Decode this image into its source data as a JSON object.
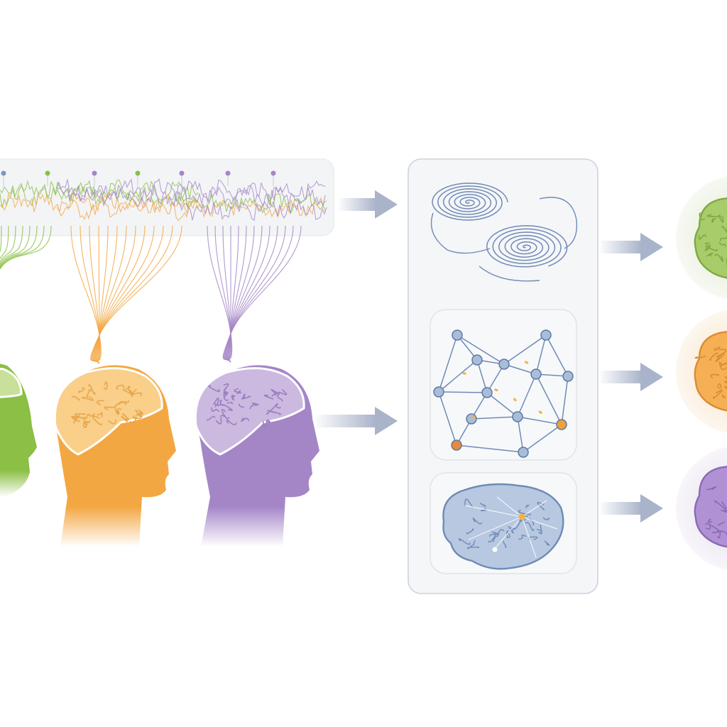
{
  "diagram": {
    "colors": {
      "green": "#8bbf45",
      "orange": "#f3a742",
      "purple": "#a486c7",
      "blue": "#7a97c2",
      "arrow": "#a9b3c9",
      "panel_border": "#cdd3dc",
      "panel_fill": "#f5f6f8"
    },
    "subjects": [
      {
        "name": "subject-green",
        "color": "#8bbf45"
      },
      {
        "name": "subject-orange",
        "color": "#f3a742"
      },
      {
        "name": "subject-purple",
        "color": "#a486c7"
      }
    ],
    "stages": [
      {
        "name": "signal-strip",
        "icon": "eeg-waveform-icon"
      },
      {
        "name": "feature-panel",
        "items": [
          "spiral-pattern-icon",
          "connectivity-graph-icon",
          "brain-network-icon"
        ]
      },
      {
        "name": "outputs",
        "items": [
          "brain-output-green",
          "brain-output-orange",
          "brain-output-purple"
        ]
      }
    ]
  }
}
